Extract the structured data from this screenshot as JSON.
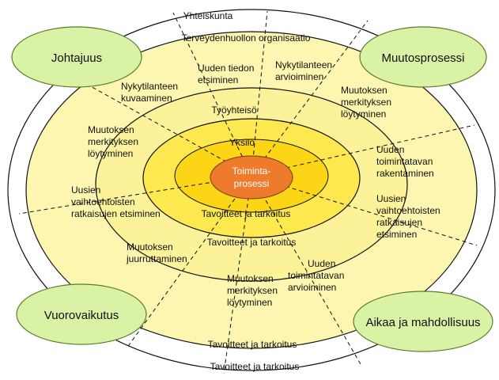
{
  "colors": {
    "ring_outer": "#ffffff",
    "ring_org": "#fdf6b0",
    "ring_team": "#fcf29a",
    "ring_individual": "#fde84f",
    "ring_inner": "#fcd517",
    "core": "#ee7a2b",
    "green_oval": "#d9f2a6",
    "green_oval_border": "#5a7b2c",
    "line": "#111111"
  },
  "rings": {
    "outermost": "Yhteiskunta",
    "organization": "Terveydenhuollon organisaatio",
    "team": "Työyhteisö",
    "individual": "Yksilö",
    "core_line1": "Toiminta-",
    "core_line2": "prosessi"
  },
  "goal_labels": {
    "inner": "Tavoitteet ja tarkoitus",
    "team": "Tavoitteet ja tarkoitus",
    "organization": "Tavoitteet ja tarkoitus",
    "outermost": "Tavoitteet ja tarkoitus"
  },
  "corner_ovals": {
    "top_left": "Johtajuus",
    "top_right": "Muutosprosessi",
    "bottom_left": "Vuorovaikutus",
    "bottom_right": "Aikaa ja mahdollisuus"
  },
  "phases": {
    "top_center_left": [
      "Uuden tiedon",
      "etsiminen"
    ],
    "top_center_right": [
      "Nykytilanteen",
      "arvioiminen"
    ],
    "upper_left": [
      "Nykytilanteen",
      "kuvaaminen"
    ],
    "upper_right": [
      "Muutoksen",
      "merkityksen",
      "löytyminen"
    ],
    "left_mid": [
      "Muutoksen",
      "merkityksen",
      "löytyminen"
    ],
    "right_mid": [
      "Uuden",
      "toimintatavan",
      "rakentaminen"
    ],
    "left_lower": [
      "Uusien",
      "vaihtoehtoisten",
      "ratkaisujen etsiminen"
    ],
    "right_lower": [
      "Uusien",
      "vaihtoehtoisten",
      "ratkaisujen",
      "etsiminen"
    ],
    "bottom_left": [
      "Muutoksen",
      "juurruttaminen"
    ],
    "bottom_right": [
      "Uuden",
      "toimintatavan",
      "arvioiminen"
    ],
    "bottom_center": [
      "Muutoksen",
      "merkityksen",
      "löytyminen"
    ]
  }
}
